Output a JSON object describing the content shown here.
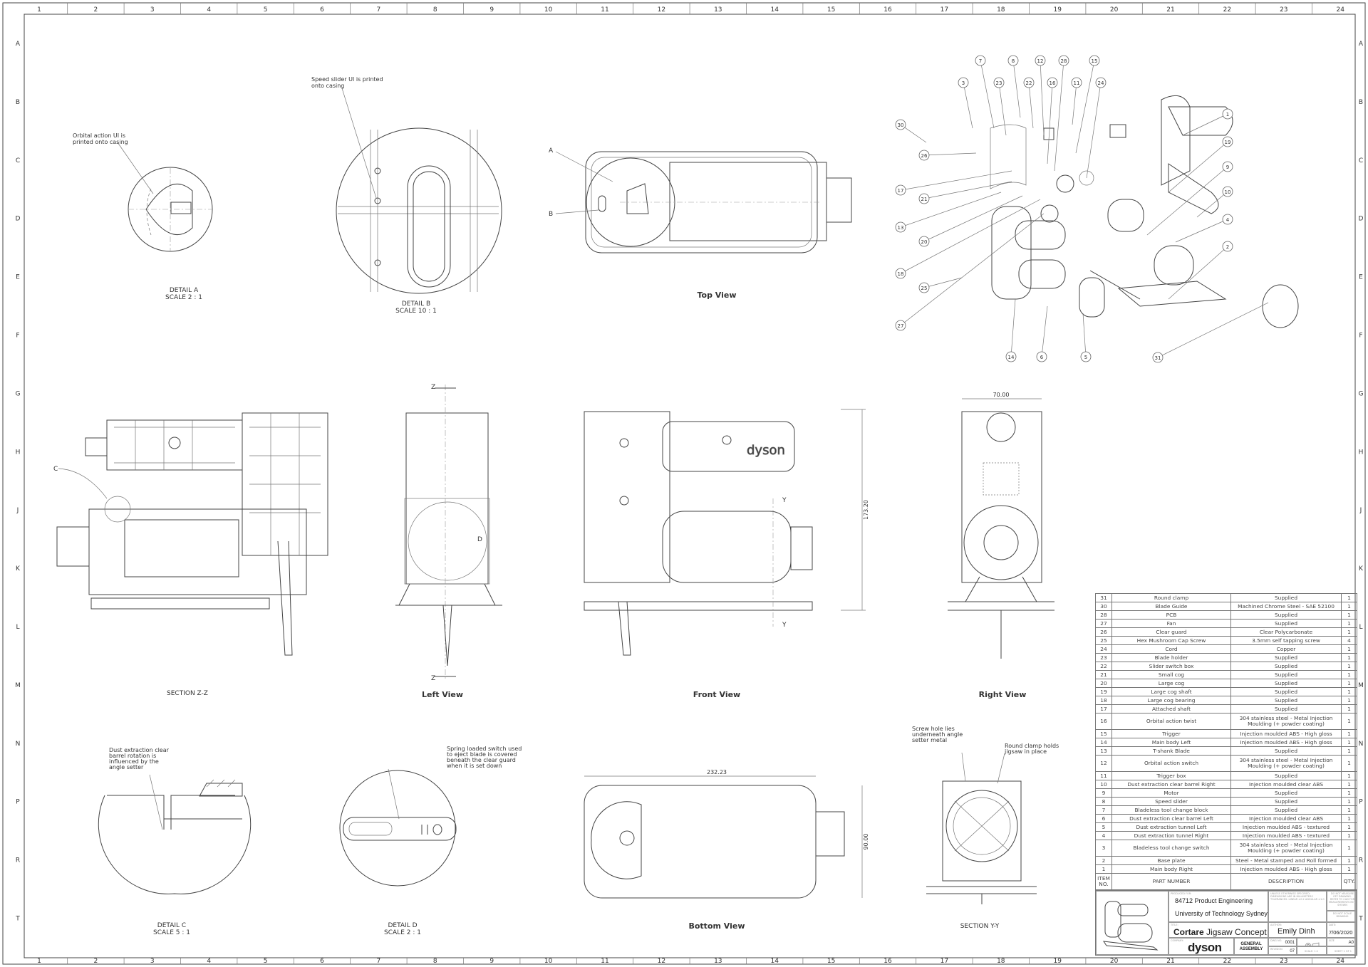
{
  "zones": {
    "columns": [
      "1",
      "2",
      "3",
      "4",
      "5",
      "6",
      "7",
      "8",
      "9",
      "10",
      "11",
      "12",
      "13",
      "14",
      "15",
      "16",
      "17",
      "18",
      "19",
      "20",
      "21",
      "22",
      "23",
      "24"
    ],
    "rows": [
      "A",
      "B",
      "C",
      "D",
      "E",
      "F",
      "G",
      "H",
      "J",
      "K",
      "L",
      "M",
      "N",
      "P",
      "R",
      "T"
    ]
  },
  "details": {
    "a": {
      "note": [
        "Orbital action UI is",
        "printed onto casing"
      ],
      "label": "DETAIL A",
      "scale": "SCALE 2 : 1"
    },
    "b": {
      "note": [
        "Speed slider UI is printed",
        "onto casing"
      ],
      "label": "DETAIL B",
      "scale": "SCALE 10 : 1"
    },
    "c": {
      "note": [
        "Dust extraction clear",
        "barrel rotation is",
        "influenced by the",
        "angle setter"
      ],
      "label": "DETAIL C",
      "scale": "SCALE 5 : 1"
    },
    "d": {
      "note": [
        "Spring loaded switch used",
        "to eject blade is covered",
        "beneath the clear guard",
        "when it is set down"
      ],
      "label": "DETAIL D",
      "scale": "SCALE 2 : 1"
    }
  },
  "views": {
    "top": {
      "label": "Top View",
      "callout_a": "A",
      "callout_b": "B"
    },
    "section_zz": {
      "label": "SECTION Z-Z",
      "callout_c": "C"
    },
    "left": {
      "label": "Left View",
      "cut": "Z",
      "callout_d": "D"
    },
    "front": {
      "label": "Front View",
      "dim_height": "173.20",
      "cut": "Y",
      "brand": "dyson"
    },
    "right": {
      "label": "Right View",
      "dim_width": "70.00"
    },
    "bottom": {
      "label": "Bottom View",
      "dim_length": "232.23",
      "dim_width": "90.00"
    },
    "section_yy": {
      "label": "SECTION Y-Y",
      "note_left": [
        "Screw hole lies",
        "underneath angle",
        "setter metal"
      ],
      "note_right": [
        "Round clamp holds",
        "jigsaw in place"
      ]
    }
  },
  "balloons": [
    "30",
    "3",
    "7",
    "23",
    "8",
    "22",
    "12",
    "16",
    "28",
    "11",
    "15",
    "24",
    "1",
    "19",
    "9",
    "10",
    "4",
    "2",
    "26",
    "17",
    "21",
    "13",
    "20",
    "18",
    "25",
    "27",
    "14",
    "6",
    "5",
    "31"
  ],
  "parts_table": {
    "headers": {
      "item": "ITEM NO.",
      "part": "PART NUMBER",
      "desc": "DESCRIPTION",
      "qty": "QTY."
    },
    "rows": [
      {
        "item": "31",
        "part": "Round clamp",
        "desc": "Supplied",
        "qty": "1"
      },
      {
        "item": "30",
        "part": "Blade Guide",
        "desc": "Machined Chrome Steel - SAE 52100",
        "qty": "1"
      },
      {
        "item": "28",
        "part": "PCB",
        "desc": "Supplied",
        "qty": "1"
      },
      {
        "item": "27",
        "part": "Fan",
        "desc": "Supplied",
        "qty": "1"
      },
      {
        "item": "26",
        "part": "Clear guard",
        "desc": "Clear Polycarbonate",
        "qty": "1"
      },
      {
        "item": "25",
        "part": "Hex Mushroom Cap Screw",
        "desc": "3.5mm self tapping screw",
        "qty": "4"
      },
      {
        "item": "24",
        "part": "Cord",
        "desc": "Copper",
        "qty": "1"
      },
      {
        "item": "23",
        "part": "Blade holder",
        "desc": "Supplied",
        "qty": "1"
      },
      {
        "item": "22",
        "part": "Slider switch box",
        "desc": "Supplied",
        "qty": "1"
      },
      {
        "item": "21",
        "part": "Small cog",
        "desc": "Supplied",
        "qty": "1"
      },
      {
        "item": "20",
        "part": "Large cog",
        "desc": "Supplied",
        "qty": "1"
      },
      {
        "item": "19",
        "part": "Large cog shaft",
        "desc": "Supplied",
        "qty": "1"
      },
      {
        "item": "18",
        "part": "Large cog bearing",
        "desc": "Supplied",
        "qty": "1"
      },
      {
        "item": "17",
        "part": "Attached shaft",
        "desc": "Supplied",
        "qty": "1"
      },
      {
        "item": "16",
        "part": "Orbital action twist",
        "desc": "304 stainless steel - Metal Injection Moulding (+ powder coating)",
        "qty": "1"
      },
      {
        "item": "15",
        "part": "Trigger",
        "desc": "Injection moulded ABS - High gloss",
        "qty": "1"
      },
      {
        "item": "14",
        "part": "Main body Left",
        "desc": "Injection moulded ABS - High gloss",
        "qty": "1"
      },
      {
        "item": "13",
        "part": "T-shank Blade",
        "desc": "Supplied",
        "qty": "1"
      },
      {
        "item": "12",
        "part": "Orbital action switch",
        "desc": "304 stainless steel - Metal Injection Moulding (+ powder coating)",
        "qty": "1"
      },
      {
        "item": "11",
        "part": "Trigger box",
        "desc": "Supplied",
        "qty": "1"
      },
      {
        "item": "10",
        "part": "Dust extraction clear barrel Right",
        "desc": "Injection moulded clear ABS",
        "qty": "1"
      },
      {
        "item": "9",
        "part": "Motor",
        "desc": "Supplied",
        "qty": "1"
      },
      {
        "item": "8",
        "part": "Speed slider",
        "desc": "Supplied",
        "qty": "1"
      },
      {
        "item": "7",
        "part": "Bladeless tool change block",
        "desc": "Supplied",
        "qty": "1"
      },
      {
        "item": "6",
        "part": "Dust extraction clear barrel Left",
        "desc": "Injection moulded clear ABS",
        "qty": "1"
      },
      {
        "item": "5",
        "part": "Dust extraction tunnel Left",
        "desc": "Injection moulded ABS - textured",
        "qty": "1"
      },
      {
        "item": "4",
        "part": "Dust extraction tunnel Right",
        "desc": "Injection moulded ABS - textured",
        "qty": "1"
      },
      {
        "item": "3",
        "part": "Bladeless tool change switch",
        "desc": "304 stainless steel - Metal Injection Moulding (+ powder coating)",
        "qty": "1"
      },
      {
        "item": "2",
        "part": "Base plate",
        "desc": "Steel - Metal stamped and Roll formed",
        "qty": "1"
      },
      {
        "item": "1",
        "part": "Main body Right",
        "desc": "Injection moulded ABS - High gloss",
        "qty": "1"
      }
    ]
  },
  "title_block": {
    "produced_for_label": "PRODUCED FOR:",
    "course": "84712 Product Engineering",
    "university": "University of Technology Sydney",
    "title_label": "TITLE:",
    "title_bold": "Cortare",
    "title_rest": " Jigsaw Concept",
    "company_label": "COMPANY:",
    "company": "dyson",
    "drawing_type": [
      "GENERAL",
      "ASSEMBLY"
    ],
    "tolerance_note": "UNLESS OTHERWISE SPECIFIED: DIMENSIONS ARE IN MILLIMETERS TOLERANCES: LINEAR ±0.2 ANGULAR ±1.0",
    "measure_note": "DO NOT MEASURE OFF DRAWING. REFER TO CAD FOR MEASUREMENTS NOT SHOWN",
    "scale_note": "DO NOT SCALE DRAWING",
    "author_label": "AUTHOR:",
    "author": "Emily Dinh",
    "date_label": "DATE:",
    "date": "7/06/2020",
    "dwg_label": "DWG NO.",
    "dwg_no": "0001",
    "size_label": "SIZE",
    "size": "A0",
    "revision_label": "REVISION",
    "revision": "07",
    "scale": "SCALE: 1:1",
    "sheet": "SHEET 1 OF 1"
  }
}
